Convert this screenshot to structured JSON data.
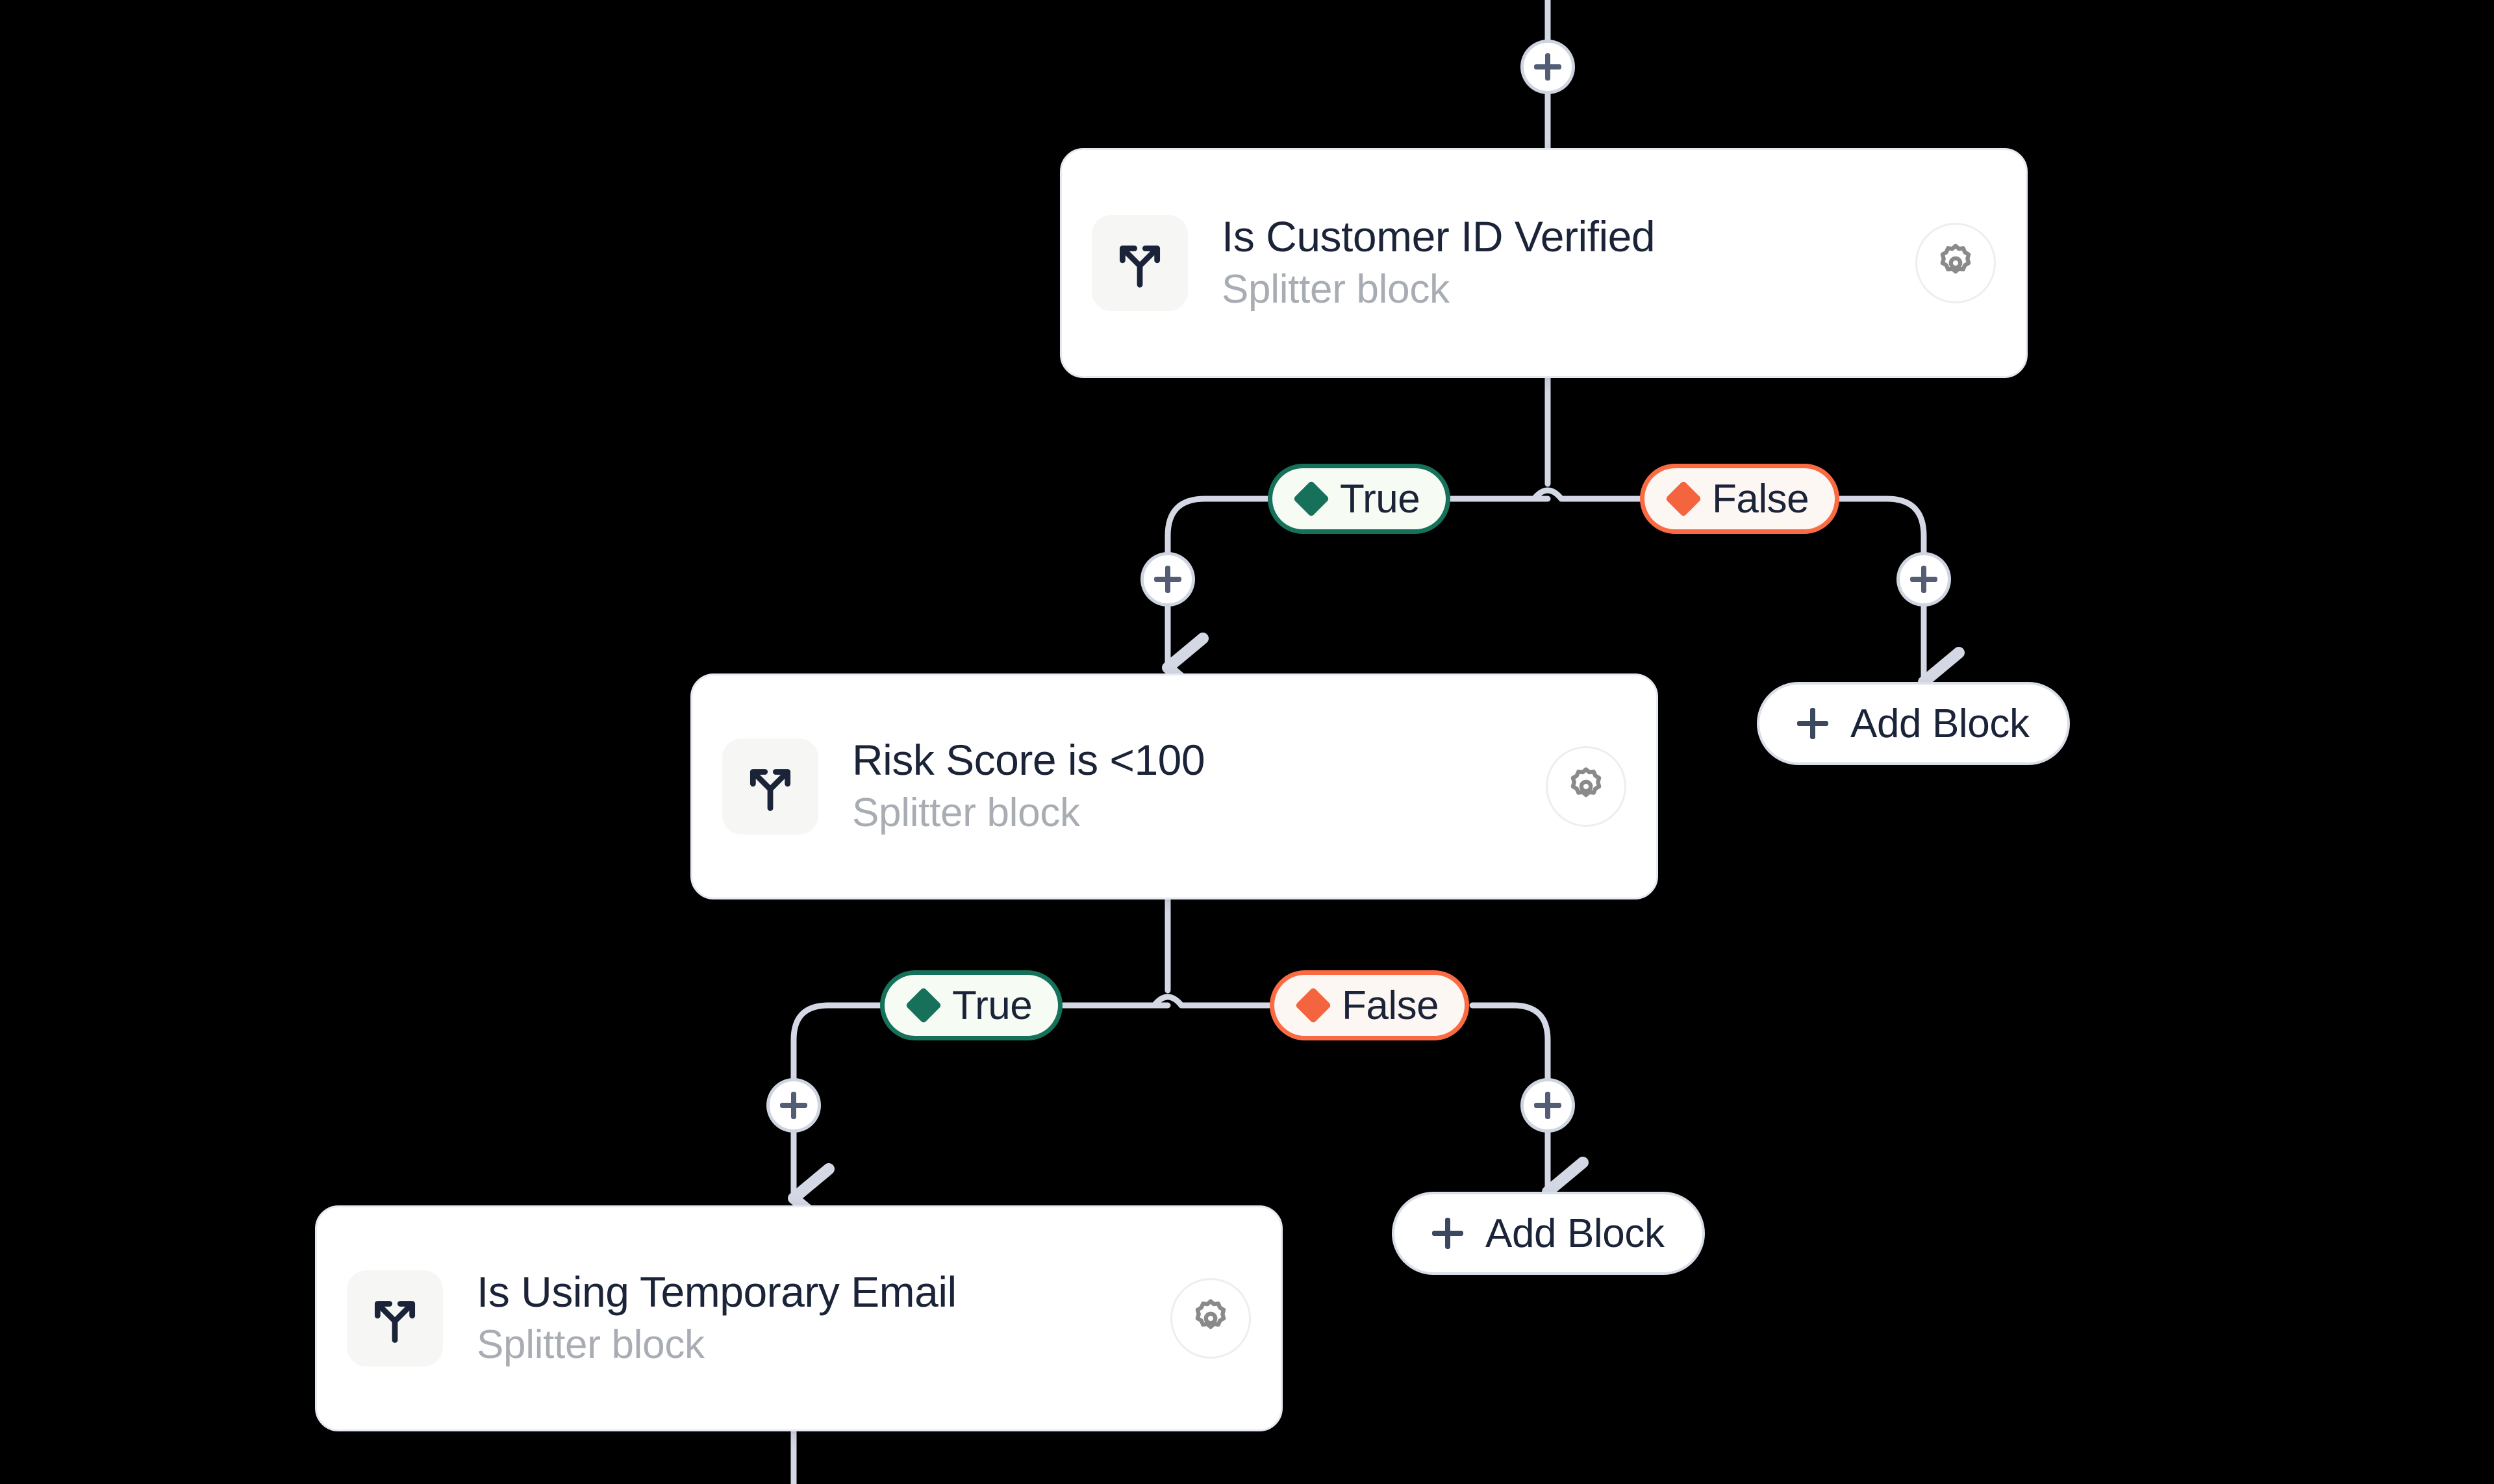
{
  "theme": {
    "canvas_bg": "#000000",
    "card_bg": "#ffffff",
    "card_border": "#e6e9f0",
    "title_color": "#1b2338",
    "subtitle_color": "#a8acb3",
    "edge_color": "#d3d8e4",
    "true_accent": "#16715a",
    "true_bg": "#f6fbf4",
    "false_accent": "#fb6b43",
    "false_bg": "#fdf7f4"
  },
  "blocks": [
    {
      "title": "Is Customer ID Verified",
      "subtitle": "Splitter block",
      "icon": "splitter-fork-icon",
      "settings_icon": "gear-icon"
    },
    {
      "title": "Risk Score is <100",
      "subtitle": "Splitter block",
      "icon": "splitter-fork-icon",
      "settings_icon": "gear-icon"
    },
    {
      "title": "Is Using Temporary Email",
      "subtitle": "Splitter block",
      "icon": "splitter-fork-icon",
      "settings_icon": "gear-icon"
    }
  ],
  "branches": [
    {
      "true_label": "True",
      "false_label": "False"
    },
    {
      "true_label": "True",
      "false_label": "False"
    }
  ],
  "add_blocks": [
    {
      "label": "Add Block",
      "icon": "plus-icon"
    },
    {
      "label": "Add Block",
      "icon": "plus-icon"
    }
  ],
  "plus_nodes": [
    {
      "name": "plus-node-root"
    },
    {
      "name": "plus-node-branch1-true"
    },
    {
      "name": "plus-node-branch1-false"
    },
    {
      "name": "plus-node-branch2-true"
    },
    {
      "name": "plus-node-branch2-false"
    }
  ]
}
